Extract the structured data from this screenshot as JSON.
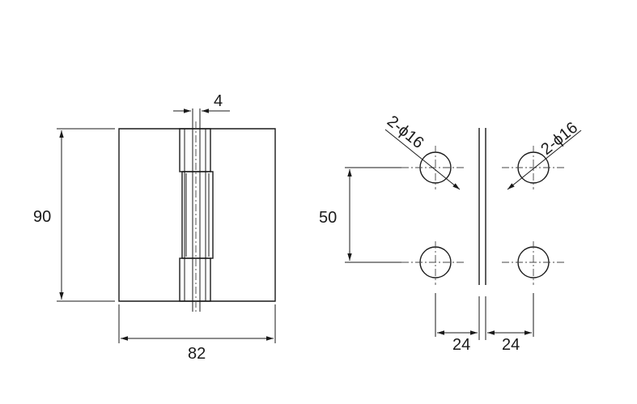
{
  "dimensions": {
    "height": "90",
    "width": "82",
    "knuckle": "4",
    "hole_spacing": "50",
    "hole_callout_left": "2-ϕ16",
    "hole_callout_right": "2-ϕ16",
    "edge_left": "24",
    "edge_right": "24"
  }
}
